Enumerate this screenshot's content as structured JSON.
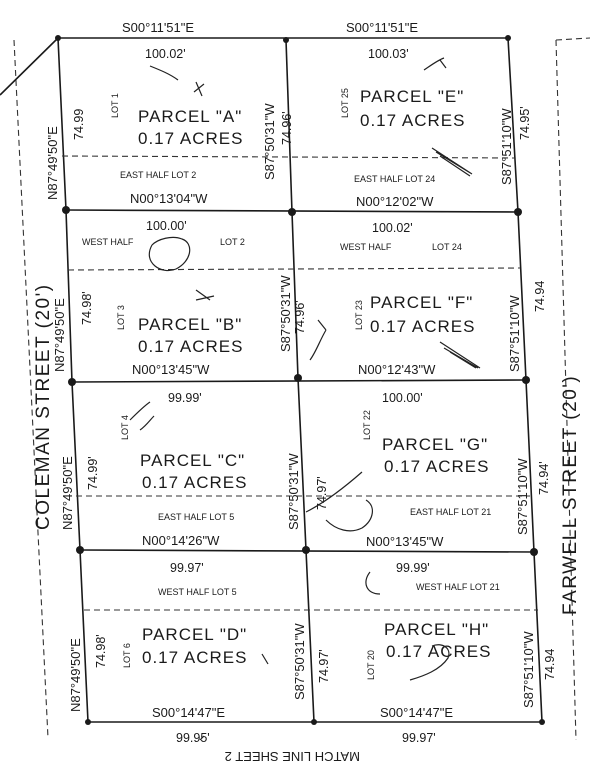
{
  "title_bottom": "MATCH LINE SHEET 2",
  "streets": {
    "left": "COLEMAN STREET (20')",
    "right": "FARWELL STREET (20')"
  },
  "top_bearings": {
    "left": "S00°11'51\"E",
    "right": "S00°11'51\"E"
  },
  "bottom_labels": {
    "left_bearing": "S00°14'47\"E",
    "right_bearing": "S00°14'47\"E",
    "left_dim": "99.95'",
    "right_dim": "99.97'"
  },
  "parcels": [
    {
      "name": "PARCEL \"A\"",
      "acres": "0.17 ACRES",
      "lot": "LOT 1",
      "half": "EAST HALF LOT 2",
      "top_dim": "100.02'",
      "left_bearing": "N87°49'50\"E",
      "left_dim": "74.99",
      "mid_bearing": "S87°50'31\"W",
      "mid_dim": "74.96'",
      "bottom_bearing": "N00°13'04\"W"
    },
    {
      "name": "PARCEL \"E\"",
      "acres": "0.17 ACRES",
      "lot": "LOT 25",
      "half": "EAST HALF LOT 24",
      "top_dim": "100.03'",
      "right_bearing": "S87°51'10\"W",
      "right_dim": "74.95'",
      "bottom_bearing": "N00°12'02\"W"
    },
    {
      "name": "PARCEL \"B\"",
      "acres": "0.17 ACRES",
      "lot": "LOT 3",
      "half_left": "WEST HALF",
      "half_lot": "LOT 2",
      "top_dim": "100.00'",
      "left_bearing": "N87°49'50\"E",
      "left_dim": "74.98'",
      "mid_bearing": "S87°50'31\"W",
      "mid_dim": "74.96'",
      "bottom_bearing": "N00°13'45\"W"
    },
    {
      "name": "PARCEL \"F\"",
      "acres": "0.17 ACRES",
      "lot": "LOT 23",
      "half_left": "WEST HALF",
      "half_lot": "LOT 24",
      "top_dim": "100.02'",
      "right_bearing": "S87°51'10\"W",
      "right_dim": "74.94",
      "bottom_bearing": "N00°12'43\"W"
    },
    {
      "name": "PARCEL \"C\"",
      "acres": "0.17 ACRES",
      "lot": "LOT 4",
      "half": "EAST HALF LOT 5",
      "top_dim": "99.99'",
      "left_bearing": "N87°49'50\"E",
      "left_dim": "74.99'",
      "mid_bearing": "S87°50'31\"W",
      "mid_dim": "74.97'",
      "bottom_bearing": "N00°14'26\"W"
    },
    {
      "name": "PARCEL \"G\"",
      "acres": "0.17 ACRES",
      "lot": "LOT 22",
      "half": "EAST HALF LOT 21",
      "top_dim": "100.00'",
      "right_bearing": "S87°51'10\"W",
      "right_dim": "74.94'",
      "bottom_bearing": "N00°13'45\"W"
    },
    {
      "name": "PARCEL \"D\"",
      "acres": "0.17 ACRES",
      "lot": "LOT 6",
      "half": "WEST HALF LOT 5",
      "top_dim": "99.97'",
      "left_bearing": "N87°49'50\"E",
      "left_dim": "74.98'",
      "mid_bearing": "S87°50'31\"W",
      "mid_dim": "74.97'"
    },
    {
      "name": "PARCEL \"H\"",
      "acres": "0.17 ACRES",
      "lot": "LOT 20",
      "half": "WEST HALF LOT 21",
      "top_dim": "99.99'",
      "right_bearing": "S87°51'10\"W",
      "right_dim": "74.94"
    }
  ]
}
